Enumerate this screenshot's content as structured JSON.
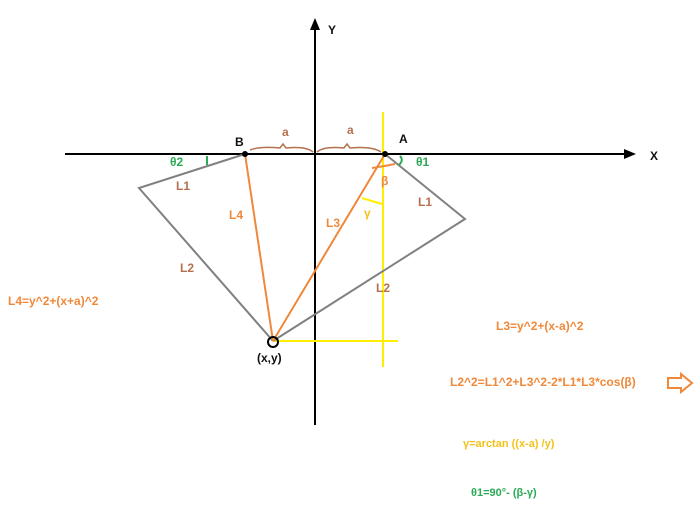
{
  "axes": {
    "x": "X",
    "y": "Y"
  },
  "points": {
    "a": "A",
    "b": "B",
    "p": "(x,y)"
  },
  "labels": {
    "a_left": "a",
    "a_right": "a",
    "theta1": "θ1",
    "theta2": "θ2",
    "l1_left": "L1",
    "l1_right": "L1",
    "l2_left": "L2",
    "l2_right": "L2",
    "l3": "L3",
    "l4": "L4",
    "beta": "β",
    "gamma": "γ"
  },
  "equations": {
    "l4": "L4=y^2+(x+a)^2",
    "l3": "L3=y^2+(x-a)^2",
    "l2": "L2^2=L1^2+L3^2-2*L1*L3*cos(β)",
    "gamma": "γ=arctan  ((x-a)  /y)",
    "theta1": "θ1=90°-  (β-γ)"
  },
  "colors": {
    "orange": "#f0883a",
    "gray": "#808080",
    "yellow": "#ffee00",
    "green": "#2aaa55",
    "brown": "#b5704e"
  }
}
